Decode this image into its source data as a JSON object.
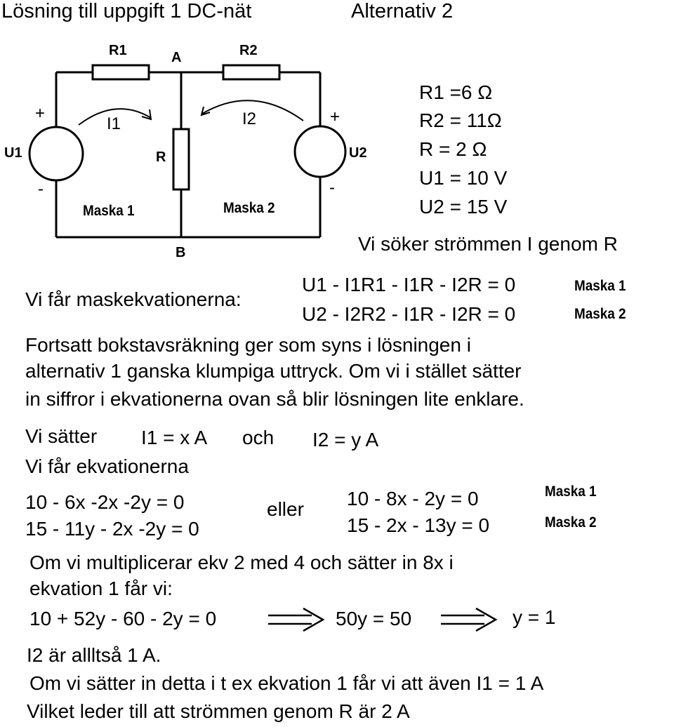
{
  "header": {
    "title": "Lösning till uppgift 1 DC-nät",
    "alternative": "Alternativ 2"
  },
  "circuit": {
    "labels": {
      "r1": "R1",
      "r2": "R2",
      "r": "R",
      "node_a": "A",
      "node_b": "B",
      "u1": "U1",
      "u2": "U2",
      "i1": "I1",
      "i2": "I2",
      "plus_left": "+",
      "minus_left": "-",
      "plus_right": "+",
      "minus_right": "-",
      "mesh1": "Maska 1",
      "mesh2": "Maska 2"
    },
    "values": [
      "R1 =6 Ω",
      "R2 = 11Ω",
      "R = 2 Ω",
      "U1 = 10 V",
      "U2 = 15 V"
    ],
    "question": "Vi söker strömmen  I genom R"
  },
  "mesh_eq": {
    "intro": "Vi får maskekvationerna:",
    "eq1": "U1 - I1R1 - I1R - I2R = 0",
    "eq1_tag": "Maska 1",
    "eq2": "U2 - I2R2 - I1R - I2R = 0",
    "eq2_tag": "Maska 2"
  },
  "paragraph": [
    "Fortsatt bokstavsräkning ger som syns i lösningen i",
    "alternativ 1 ganska klumpiga uttryck. Om vi i stället sätter",
    "in siffror i ekvationerna ovan så blir lösningen lite enklare."
  ],
  "subst": {
    "lead": "Vi sätter",
    "i1": "I1 = x A",
    "och": "och",
    "i2": "I2 = y A"
  },
  "equations": {
    "intro": "Vi får ekvationerna",
    "left1": "10 - 6x -2x -2y = 0",
    "left2": "15 - 11y - 2x -2y = 0",
    "or": "eller",
    "right1": "10 - 8x - 2y = 0",
    "right2": "15 - 2x - 13y = 0",
    "tag1": "Maska 1",
    "tag2": "Maska 2"
  },
  "solution": {
    "line1": "Om vi multiplicerar ekv 2 med 4 och sätter in 8x i",
    "line2": "ekvation 1 får vi:",
    "step1": "10 + 52y - 60 - 2y = 0",
    "step2": "50y = 50",
    "step3": "y = 1",
    "i2_result": "I2 är allltså 1 A.",
    "line3": "Om vi sätter in detta i t ex ekvation 1 får vi att även I1 = 1 A",
    "line4": "Vilket leder till att strömmen genom R är 2 A"
  }
}
